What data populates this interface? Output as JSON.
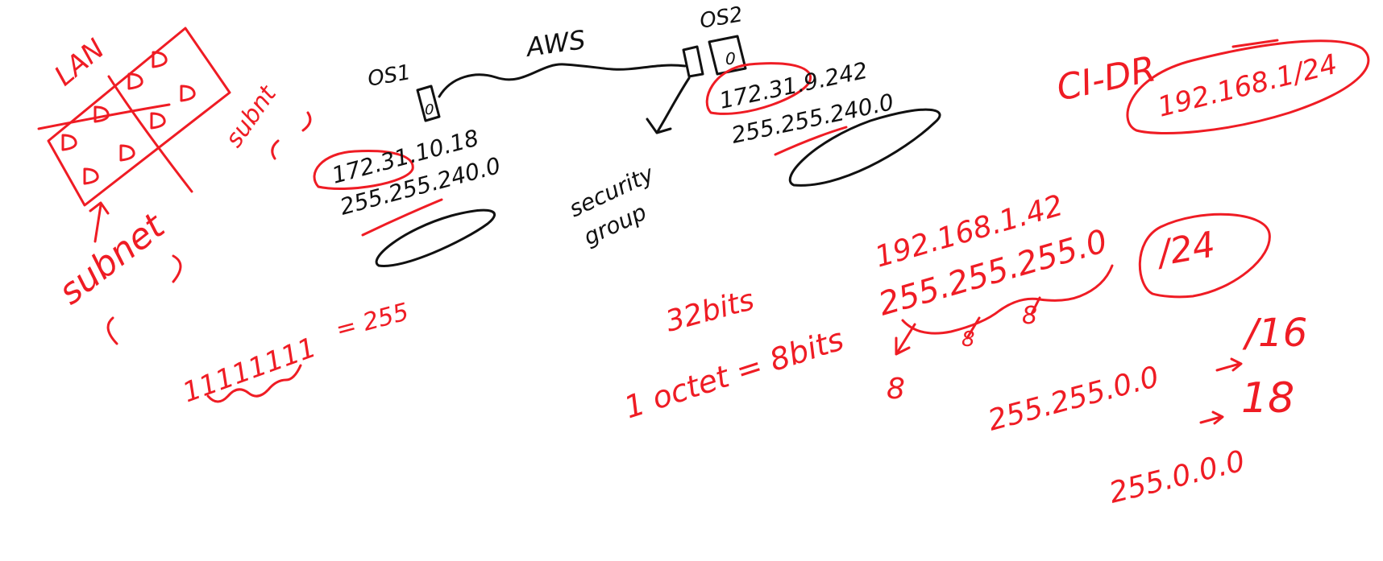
{
  "colors": {
    "ink_black": "#111111",
    "ink_red": "#ef1c24",
    "background": "#ffffff"
  },
  "notes": {
    "lan": "LAN",
    "subnet_left": "subnet",
    "subnet_top": "subnt",
    "os1": "OS1",
    "os2": "OS2",
    "aws": "AWS",
    "security_group_line1": "security",
    "security_group_line2": "group",
    "os1_ip": "172.31.10.18",
    "os1_mask": "255.255.240.0",
    "os2_ip": "172.31.9.242",
    "os2_mask": "255.255.240.0",
    "cidr": "CI-DR",
    "cidr_example": "192.168.1/24",
    "binary_ones": "11111111",
    "binary_equals": "= 255",
    "bits32": "32bits",
    "octet": "1 octet = 8bits",
    "ip_example": "192.168.1.42",
    "mask_example": "255.255.255.0",
    "prefix24": "/24",
    "octet_bits_a": "8",
    "octet_bits_b": "8",
    "octet_bits_c": "8",
    "mask16": "255.255.0.0",
    "prefix16": "/16",
    "mask8": "255.0.0.0",
    "prefix8": "18"
  }
}
